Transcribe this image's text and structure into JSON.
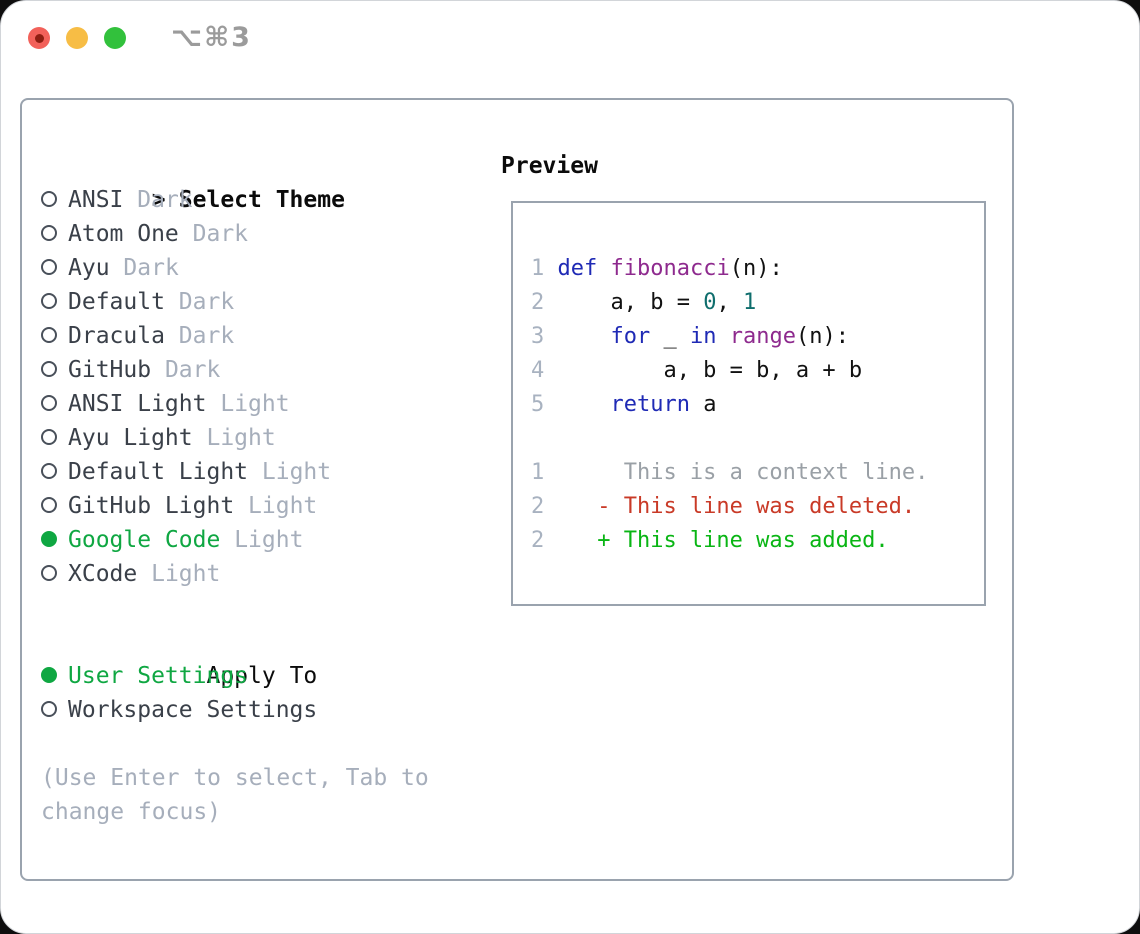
{
  "window": {
    "title": "⌥⌘3"
  },
  "theme_selector": {
    "prompt": ">",
    "title": "Select Theme",
    "themes": [
      {
        "name": "ANSI",
        "variant": "Dark",
        "selected": false
      },
      {
        "name": "Atom One",
        "variant": "Dark",
        "selected": false
      },
      {
        "name": "Ayu",
        "variant": "Dark",
        "selected": false
      },
      {
        "name": "Default",
        "variant": "Dark",
        "selected": false
      },
      {
        "name": "Dracula",
        "variant": "Dark",
        "selected": false
      },
      {
        "name": "GitHub",
        "variant": "Dark",
        "selected": false
      },
      {
        "name": "ANSI Light",
        "variant": "Light",
        "selected": false
      },
      {
        "name": "Ayu Light",
        "variant": "Light",
        "selected": false
      },
      {
        "name": "Default Light",
        "variant": "Light",
        "selected": false
      },
      {
        "name": "GitHub Light",
        "variant": "Light",
        "selected": false
      },
      {
        "name": "Google Code",
        "variant": "Light",
        "selected": true
      },
      {
        "name": "XCode",
        "variant": "Light",
        "selected": false
      }
    ],
    "apply_to": {
      "label": "Apply To",
      "options": [
        {
          "label": "User Settings",
          "selected": true
        },
        {
          "label": "Workspace Settings",
          "selected": false
        }
      ]
    },
    "help_lines": [
      "(Use Enter to select, Tab to",
      "change focus)"
    ]
  },
  "preview": {
    "label": "Preview",
    "lines": [
      {
        "num": "1",
        "kind": "code",
        "tokens": [
          {
            "c": "kw",
            "t": "def"
          },
          {
            "c": "plain",
            "t": " "
          },
          {
            "c": "type",
            "t": "fibonacci"
          },
          {
            "c": "plain",
            "t": "(n):"
          }
        ]
      },
      {
        "num": "2",
        "kind": "code",
        "tokens": [
          {
            "c": "plain",
            "t": "    a, b = "
          },
          {
            "c": "lit",
            "t": "0"
          },
          {
            "c": "plain",
            "t": ", "
          },
          {
            "c": "lit",
            "t": "1"
          }
        ]
      },
      {
        "num": "3",
        "kind": "code",
        "tokens": [
          {
            "c": "plain",
            "t": "    "
          },
          {
            "c": "kw",
            "t": "for"
          },
          {
            "c": "plain",
            "t": " _ "
          },
          {
            "c": "kw",
            "t": "in"
          },
          {
            "c": "plain",
            "t": " "
          },
          {
            "c": "type",
            "t": "range"
          },
          {
            "c": "plain",
            "t": "(n):"
          }
        ]
      },
      {
        "num": "4",
        "kind": "code",
        "tokens": [
          {
            "c": "plain",
            "t": "        a, b = b, a + b"
          }
        ]
      },
      {
        "num": "5",
        "kind": "code",
        "tokens": [
          {
            "c": "plain",
            "t": "    "
          },
          {
            "c": "kw",
            "t": "return"
          },
          {
            "c": "plain",
            "t": " a"
          }
        ]
      },
      {
        "num": "",
        "kind": "blank",
        "tokens": []
      },
      {
        "num": "1",
        "kind": "context",
        "tokens": [
          {
            "c": "ctx",
            "t": "     This is a context line."
          }
        ]
      },
      {
        "num": "2",
        "kind": "deleted",
        "tokens": [
          {
            "c": "del",
            "t": "   - This line was deleted."
          }
        ]
      },
      {
        "num": "2",
        "kind": "added",
        "tokens": [
          {
            "c": "add",
            "t": "   + This line was added."
          }
        ]
      }
    ]
  },
  "colors": {
    "accent-green": "#0fa742",
    "keyword": "#1f2ab5",
    "type": "#8e2a8e",
    "literal": "#0f6e6d",
    "plain": "#111111",
    "context": "#9aa0a6",
    "deleted": "#c93a27",
    "added": "#09b514",
    "line-number": "#a8b2c0",
    "muted": "#a6aebb",
    "name": "#3a4049",
    "border": "#9aa3ae"
  }
}
